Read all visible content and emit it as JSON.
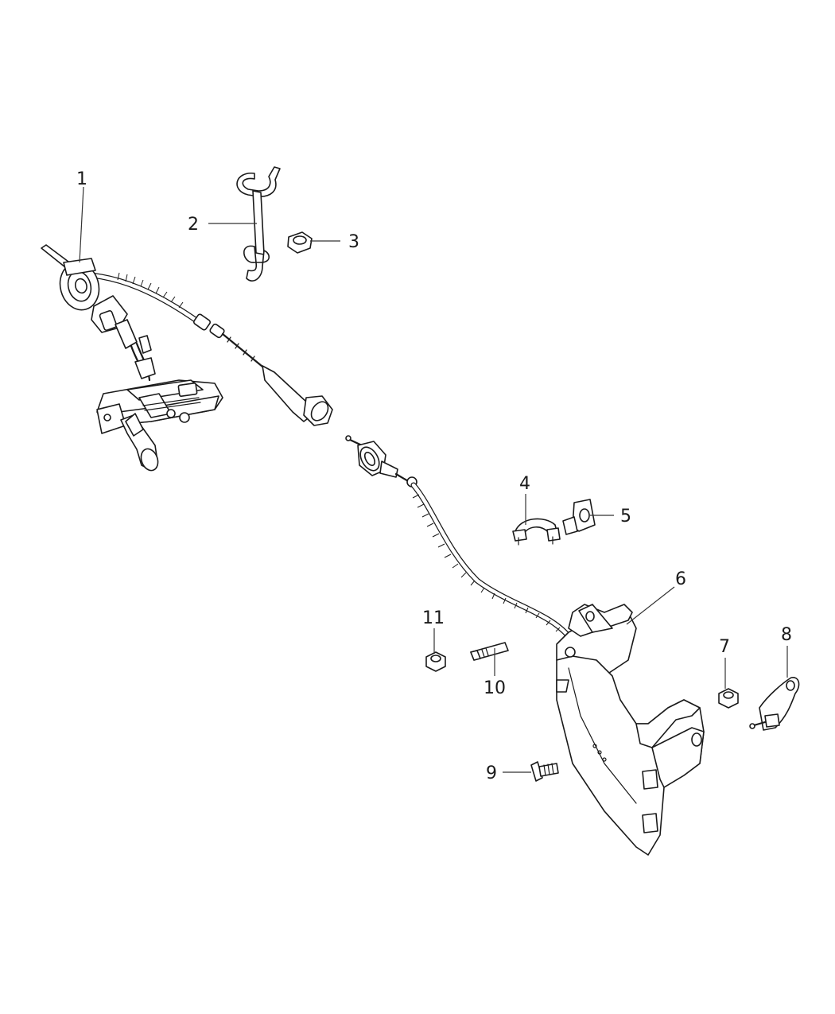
{
  "diagram": {
    "callouts": [
      {
        "id": "1",
        "label": "1"
      },
      {
        "id": "2",
        "label": "2"
      },
      {
        "id": "3",
        "label": "3"
      },
      {
        "id": "4",
        "label": "4"
      },
      {
        "id": "5",
        "label": "5"
      },
      {
        "id": "6",
        "label": "6"
      },
      {
        "id": "7",
        "label": "7"
      },
      {
        "id": "8",
        "label": "8"
      },
      {
        "id": "9",
        "label": "9"
      },
      {
        "id": "10",
        "label": "10"
      },
      {
        "id": "11",
        "label": "11"
      }
    ],
    "line_color": "#1a1a1a",
    "background_color": "#ffffff"
  }
}
